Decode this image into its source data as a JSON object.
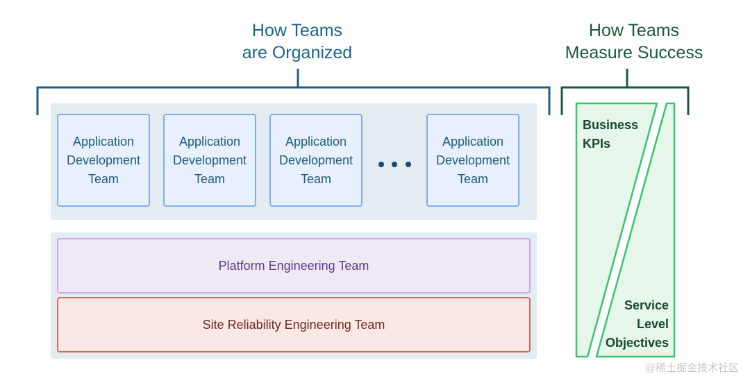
{
  "headings": {
    "organized": {
      "line1": "How Teams",
      "line2": "are Organized"
    },
    "measure": {
      "line1": "How Teams",
      "line2": "Measure Success"
    }
  },
  "app_teams": [
    {
      "line1": "Application",
      "line2": "Development",
      "line3": "Team"
    },
    {
      "line1": "Application",
      "line2": "Development",
      "line3": "Team"
    },
    {
      "line1": "Application",
      "line2": "Development",
      "line3": "Team"
    },
    {
      "line1": "Application",
      "line2": "Development",
      "line3": "Team"
    }
  ],
  "platform_team": "Platform Engineering Team",
  "sre_team": "Site Reliability Engineering Team",
  "measures": {
    "business_kpis": {
      "line1": "Business",
      "line2": "KPIs"
    },
    "slos": {
      "line1": "Service",
      "line2": "Level",
      "line3": "Objectives"
    }
  },
  "watermark": "@稀土掘金技术社区",
  "colors": {
    "org_accent": "#1c6486",
    "measure_accent": "#1b5837",
    "app_card_border": "#7eaef0",
    "platform_border": "#c9a5ee",
    "sre_border": "#d9675c",
    "kpi_green": "#36c46c"
  }
}
